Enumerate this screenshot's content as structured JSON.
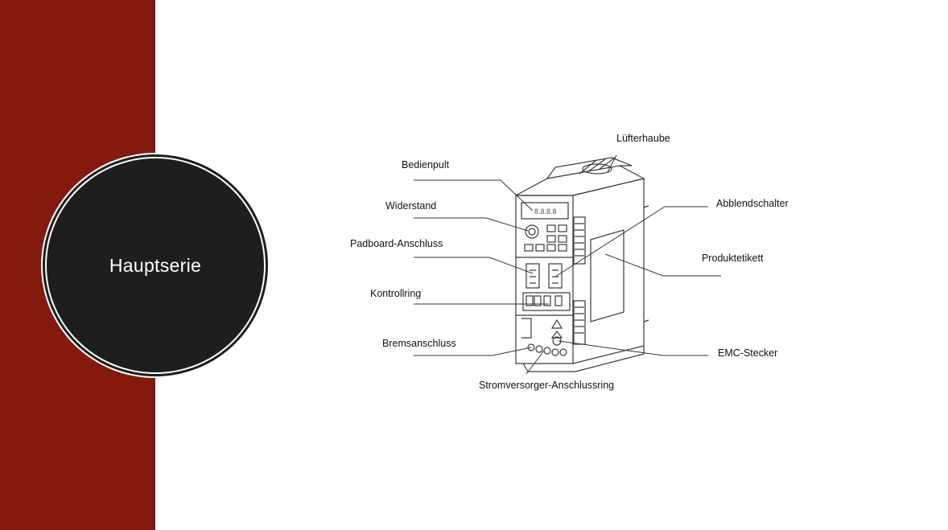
{
  "slide": {
    "title": "Hauptserie"
  },
  "diagram": {
    "labels": {
      "fan_cover": "Lüfterhaube",
      "control_panel": "Bedienpult",
      "resistor": "Widerstand",
      "padboard_port": "Padboard-Anschluss",
      "control_ring": "Kontrollring",
      "brake_port": "Bremsanschluss",
      "power_ring": "Stromversorger-Anschlussring",
      "dimmer_switch": "Abblendschalter",
      "product_label": "Produktetikett",
      "emc_plug": "EMC-Stecker"
    }
  },
  "colors": {
    "side_band": "#84190e",
    "circle": "#1e1e1e",
    "background": "#ffffff"
  }
}
